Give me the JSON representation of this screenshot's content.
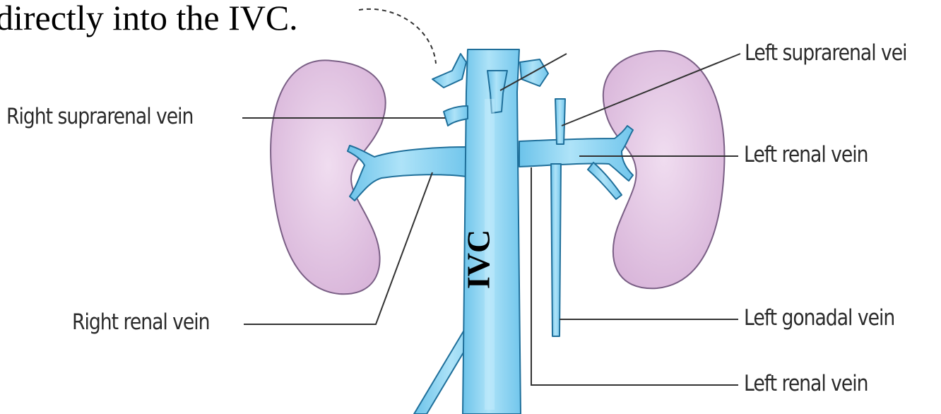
{
  "caption": "directly into the IVC.",
  "labels": {
    "ivc": "IVC",
    "right_suprarenal_vein": "Right suprarenal vein",
    "right_renal_vein": "Right renal vein",
    "left_suprarenal_vein": "Left suprarenal vei",
    "left_renal_vein_upper": "Left renal vein",
    "left_gonadal_vein": "Left gonadal vein",
    "left_renal_vein_lower": "Left renal vein"
  },
  "colors": {
    "vein_fill": "#8fd3f2",
    "vein_outline": "#1f6f9a",
    "kidney_fill": "#e3c4e4",
    "kidney_outline": "#7a5f85",
    "leader_line": "#333333"
  }
}
